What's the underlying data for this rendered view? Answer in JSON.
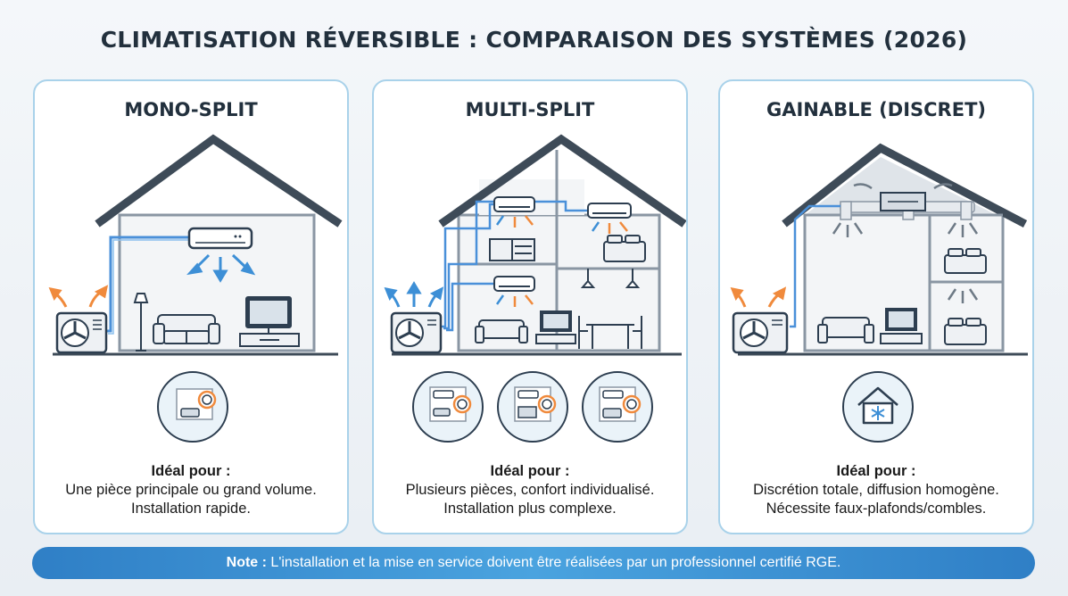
{
  "title": "CLIMATISATION RÉVERSIBLE : COMPARAISON DES SYSTÈMES (2026)",
  "panels": [
    {
      "title": "MONO-SPLIT",
      "caption_heading": "Idéal pour :",
      "caption_line1": "Une pièce principale ou grand volume.",
      "caption_line2": "Installation rapide."
    },
    {
      "title": "MULTI-SPLIT",
      "caption_heading": "Idéal pour :",
      "caption_line1": "Plusieurs pièces, confort individualisé.",
      "caption_line2": "Installation plus complexe."
    },
    {
      "title": "GAINABLE (DISCRET)",
      "caption_heading": "Idéal pour :",
      "caption_line1": "Discrétion totale, diffusion homogène.",
      "caption_line2": "Nécessite faux-plafonds/combles."
    }
  ],
  "note": {
    "label": "Note :",
    "text": "L'installation et la mise en service doivent être réalisées par un professionnel certifié RGE."
  },
  "colors": {
    "pipe": "#4a90d9",
    "cold_air": "#3d8fd6",
    "warm_air": "#f08a3c",
    "outline": "#2d3e50",
    "wall": "#8a96a3",
    "accent_border": "#a9d2ea"
  },
  "icons": [
    "house-icon",
    "outdoor-unit-icon",
    "indoor-unit-icon",
    "thermostat-icon",
    "sofa-icon",
    "tv-icon",
    "bed-icon",
    "dresser-icon",
    "snowflake-icon",
    "duct-icon"
  ]
}
